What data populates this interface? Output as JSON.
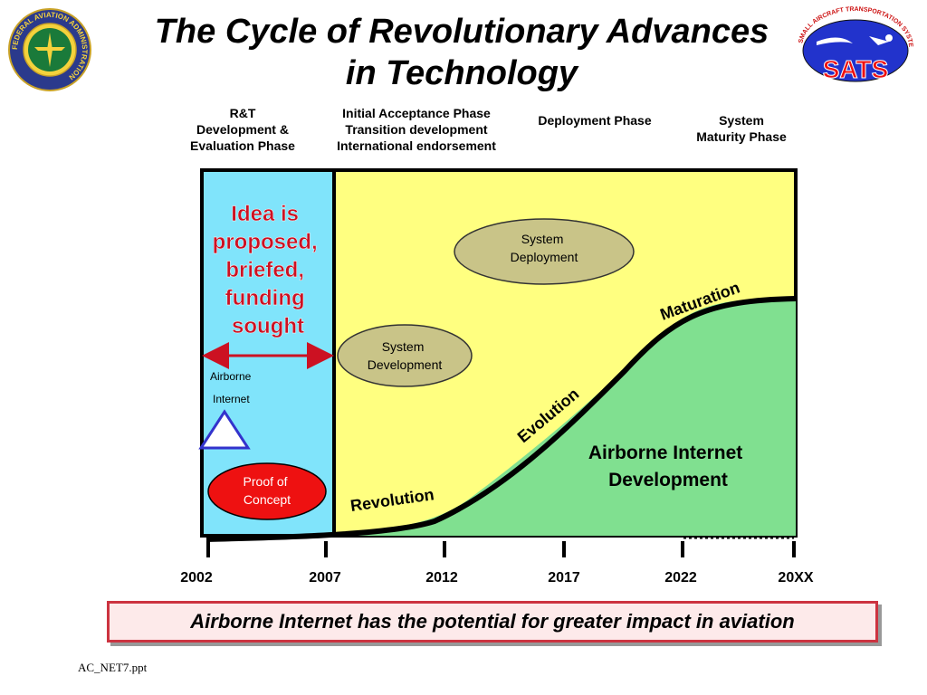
{
  "title": {
    "line1": "The Cycle of Revolutionary Advances",
    "line2": "in Technology"
  },
  "logos": {
    "faa": {
      "text": "FEDERAL AVIATION ADMINISTRATION"
    },
    "sats": {
      "text": "SMALL AIRCRAFT TRANSPORTATION SYSTEM",
      "label": "SATS"
    }
  },
  "phases": [
    {
      "lines": [
        "R&T",
        "Development &",
        "Evaluation Phase"
      ]
    },
    {
      "lines": [
        "Initial Acceptance Phase",
        "Transition development",
        "International endorsement"
      ]
    },
    {
      "lines": [
        "Deployment Phase"
      ]
    },
    {
      "lines": [
        "System",
        "Maturity Phase"
      ]
    }
  ],
  "diagram": {
    "idea_lines": [
      "Idea is",
      "proposed,",
      "briefed,",
      "funding",
      "sought"
    ],
    "airborne_label": [
      "Airborne",
      "Internet"
    ],
    "proof_of_concept": [
      "Proof of",
      "Concept"
    ],
    "system_deployment": [
      "System",
      "Deployment"
    ],
    "system_development": [
      "System",
      "Development"
    ],
    "curve_labels": {
      "revolution": "Revolution",
      "evolution": "Evolution",
      "maturation": "Maturation"
    },
    "region_label": [
      "Airborne Internet",
      "Development"
    ],
    "colors": {
      "blue_panel": "#80e4fb",
      "yellow_panel": "#ffff80",
      "green_area": "#80e090",
      "ellipse": "#c9c488",
      "proof": "#ee1111",
      "idea_text": "#cc1122",
      "arrow": "#cc1122",
      "triangle": "#3333cc"
    }
  },
  "timeline": [
    "2002",
    "2007",
    "2012",
    "2017",
    "2022",
    "20XX"
  ],
  "banner": "Airborne Internet has the potential for greater impact in aviation",
  "footer": "AC_NET7.ppt"
}
